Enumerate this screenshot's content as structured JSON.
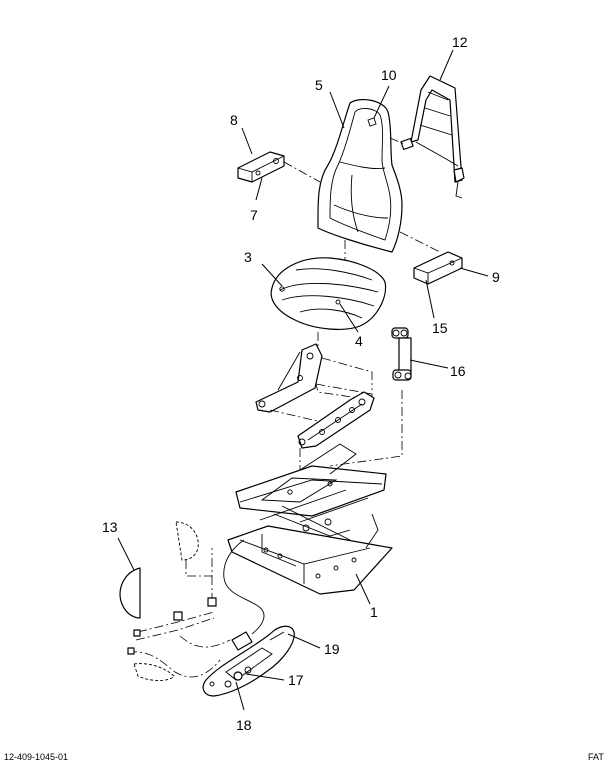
{
  "diagram": {
    "callouts": [
      {
        "id": "1",
        "text": "1"
      },
      {
        "id": "3",
        "text": "3"
      },
      {
        "id": "4",
        "text": "4"
      },
      {
        "id": "5",
        "text": "5"
      },
      {
        "id": "7",
        "text": "7"
      },
      {
        "id": "8",
        "text": "8"
      },
      {
        "id": "9",
        "text": "9"
      },
      {
        "id": "10",
        "text": "10"
      },
      {
        "id": "12",
        "text": "12"
      },
      {
        "id": "13",
        "text": "13"
      },
      {
        "id": "15",
        "text": "15"
      },
      {
        "id": "16",
        "text": "16"
      },
      {
        "id": "17",
        "text": "17"
      },
      {
        "id": "18",
        "text": "18"
      },
      {
        "id": "19",
        "text": "19"
      }
    ],
    "footer": {
      "left": "12-409-1045-01",
      "right": "FAT"
    }
  }
}
